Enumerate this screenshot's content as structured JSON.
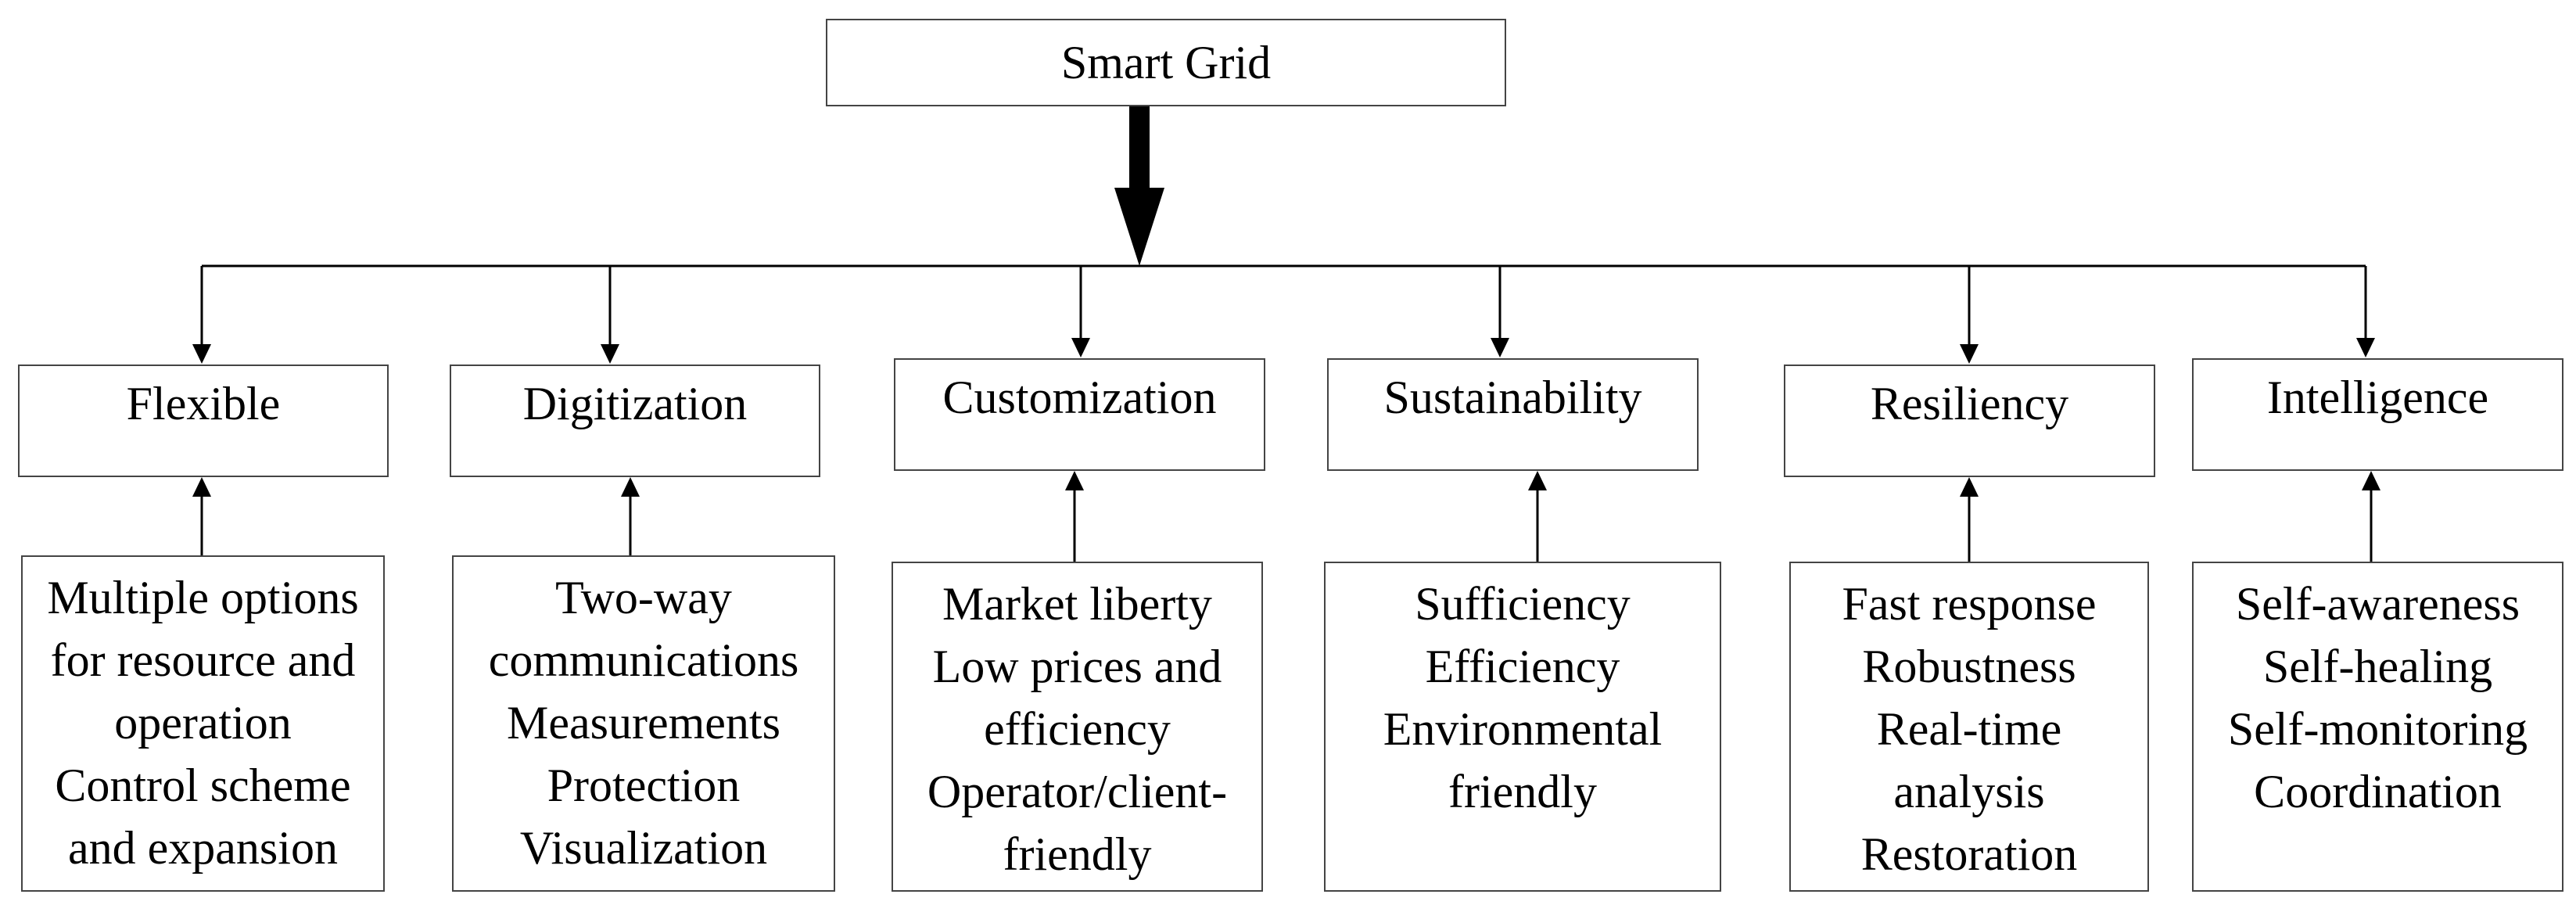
{
  "root": {
    "label": "Smart Grid"
  },
  "categories": [
    {
      "label": "Flexible",
      "details": [
        "Multiple options",
        "for resource and",
        "operation",
        "Control scheme",
        "and expansion"
      ]
    },
    {
      "label": "Digitization",
      "details": [
        "Two-way",
        "communications",
        "Measurements",
        "Protection",
        "Visualization"
      ]
    },
    {
      "label": "Customization",
      "details": [
        "Market liberty",
        "Low prices and",
        "efficiency",
        "Operator/client-",
        "friendly"
      ]
    },
    {
      "label": "Sustainability",
      "details": [
        "Sufficiency",
        "Efficiency",
        "Environmental",
        "friendly"
      ]
    },
    {
      "label": "Resiliency",
      "details": [
        "Fast response",
        "Robustness",
        "Real-time",
        "analysis",
        "Restoration"
      ]
    },
    {
      "label": "Intelligence",
      "details": [
        "Self-awareness",
        "Self-healing",
        "Self-monitoring",
        "Coordination"
      ]
    }
  ]
}
